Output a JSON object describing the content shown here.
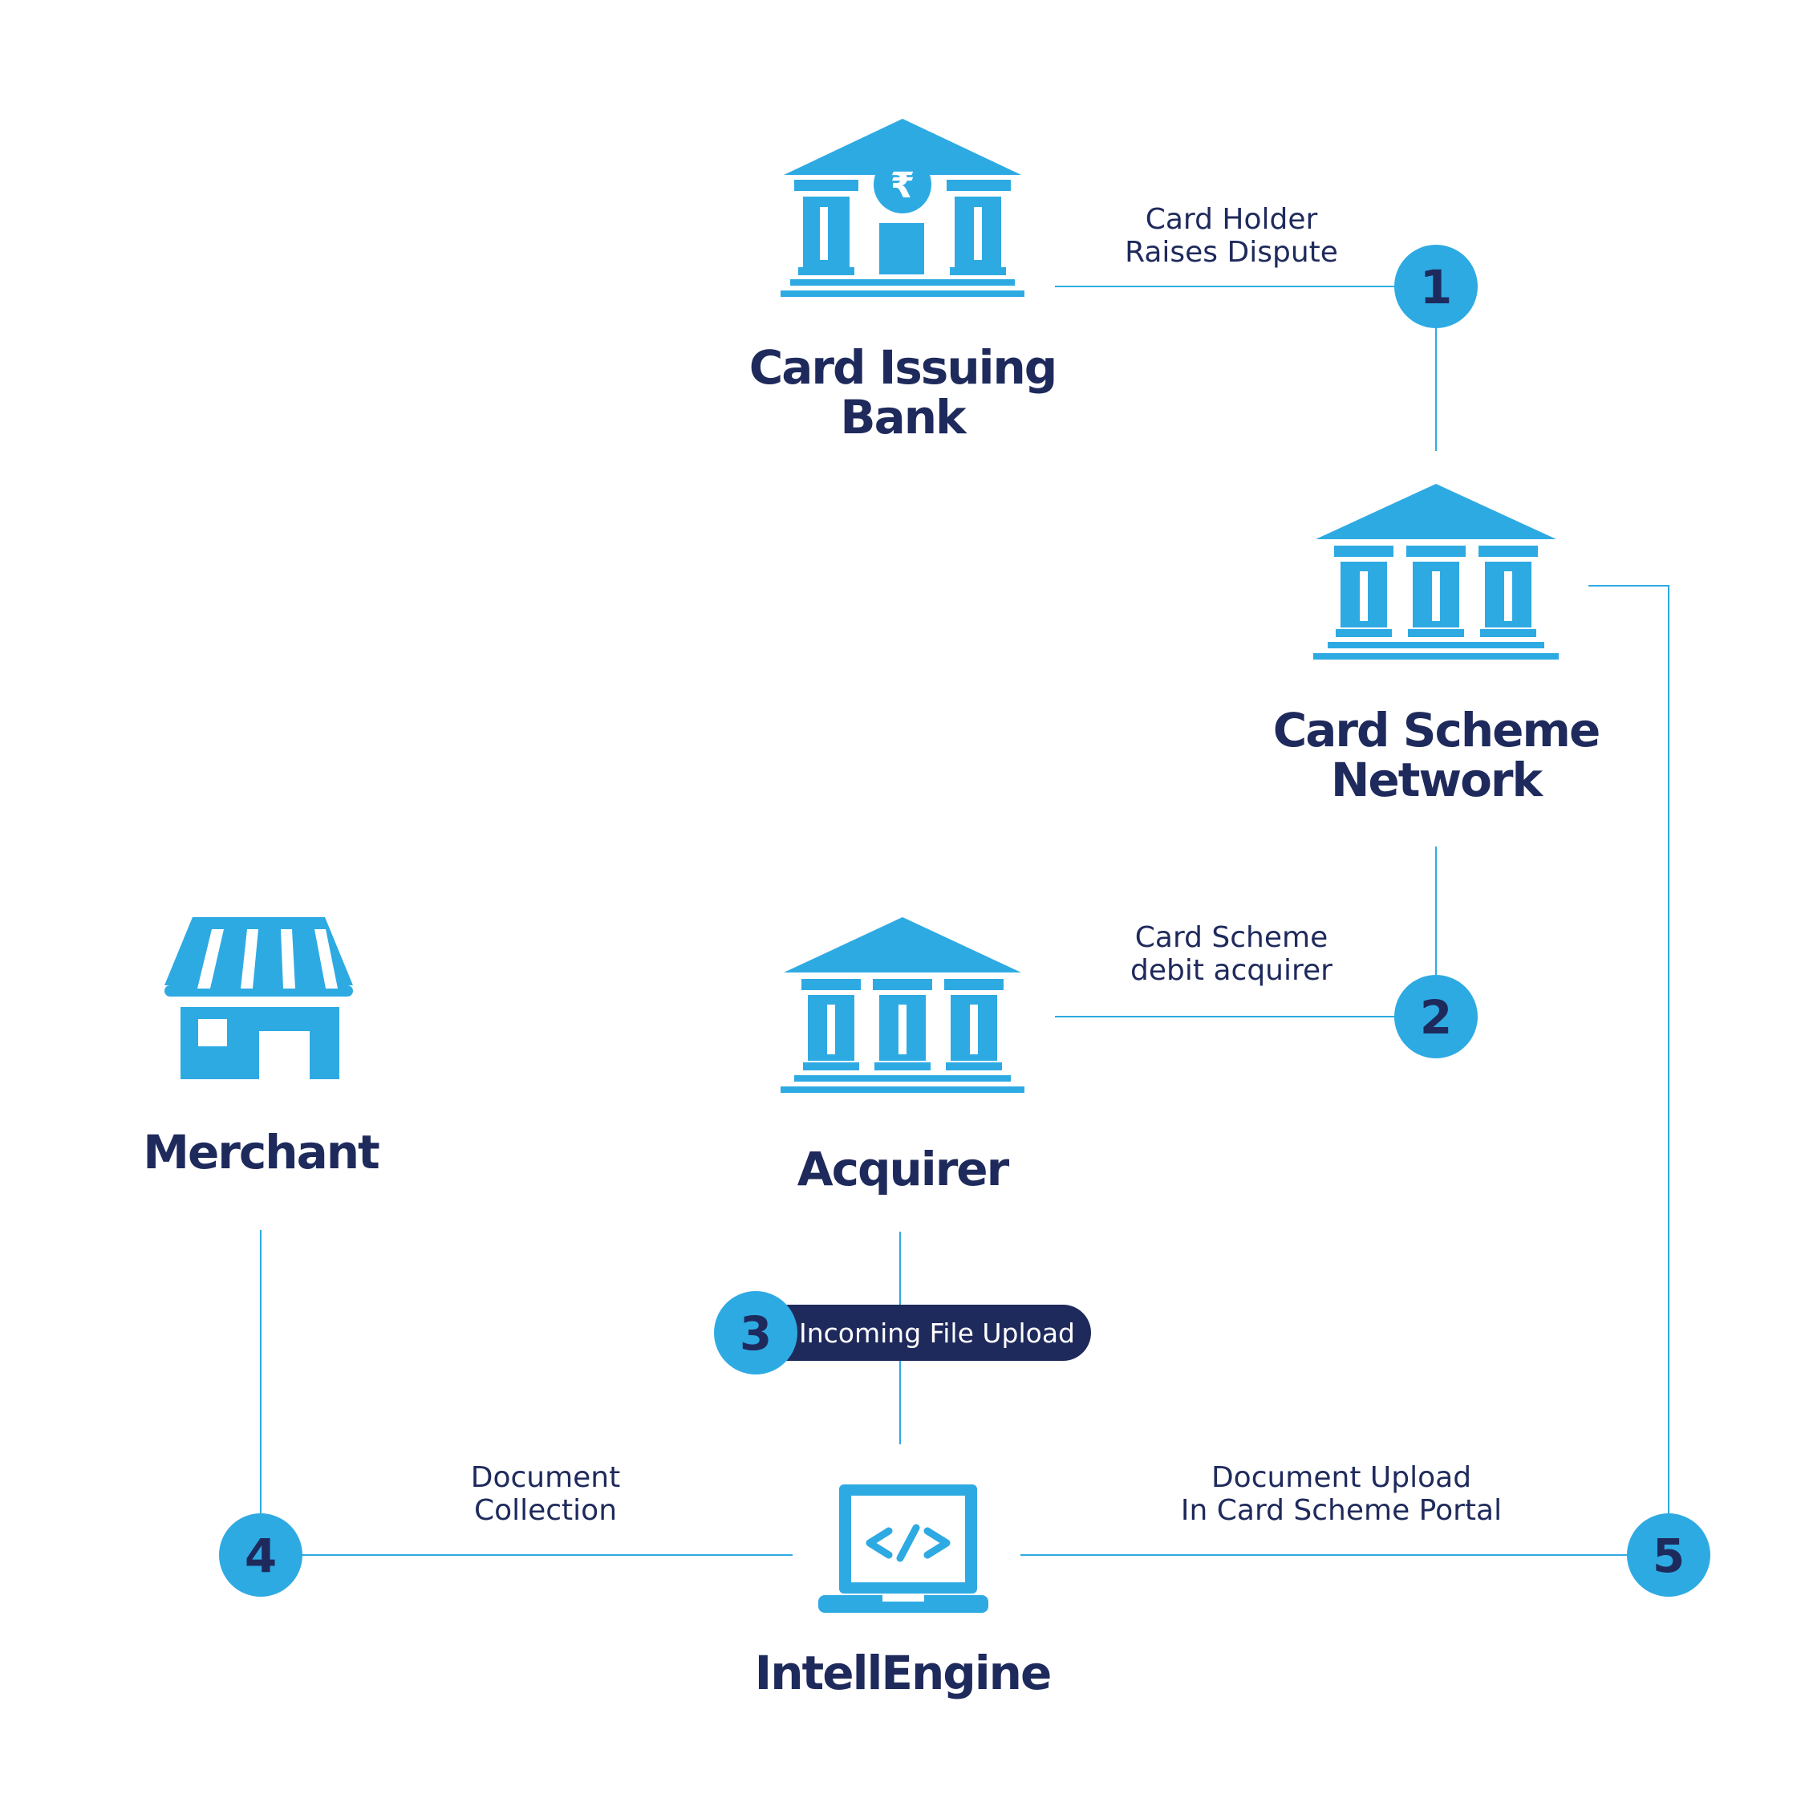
{
  "colors": {
    "icon_blue": "#2eaae3",
    "title_navy": "#1f2a5c",
    "pill_navy": "#1f2a5c",
    "background": "#ffffff"
  },
  "nodes": {
    "issuing_bank": {
      "line1": "Card Issuing",
      "line2": "Bank",
      "icon": "bank-rupee-icon"
    },
    "scheme_network": {
      "line1": "Card Scheme",
      "line2": "Network",
      "icon": "bank-icon"
    },
    "acquirer": {
      "line1": "Acquirer",
      "icon": "bank-icon"
    },
    "merchant": {
      "line1": "Merchant",
      "icon": "storefront-icon"
    },
    "intellengine": {
      "line1": "IntellEngine",
      "icon": "laptop-code-icon"
    }
  },
  "steps": [
    {
      "num": "1",
      "label_line1": "Card Holder",
      "label_line2": "Raises Dispute"
    },
    {
      "num": "2",
      "label_line1": "Card Scheme",
      "label_line2": "debit acquirer"
    },
    {
      "num": "3",
      "label_line1": "Incoming File Upload"
    },
    {
      "num": "4",
      "label_line1": "Document",
      "label_line2": "Collection"
    },
    {
      "num": "5",
      "label_line1": "Document Upload",
      "label_line2": "In Card Scheme Portal"
    }
  ]
}
